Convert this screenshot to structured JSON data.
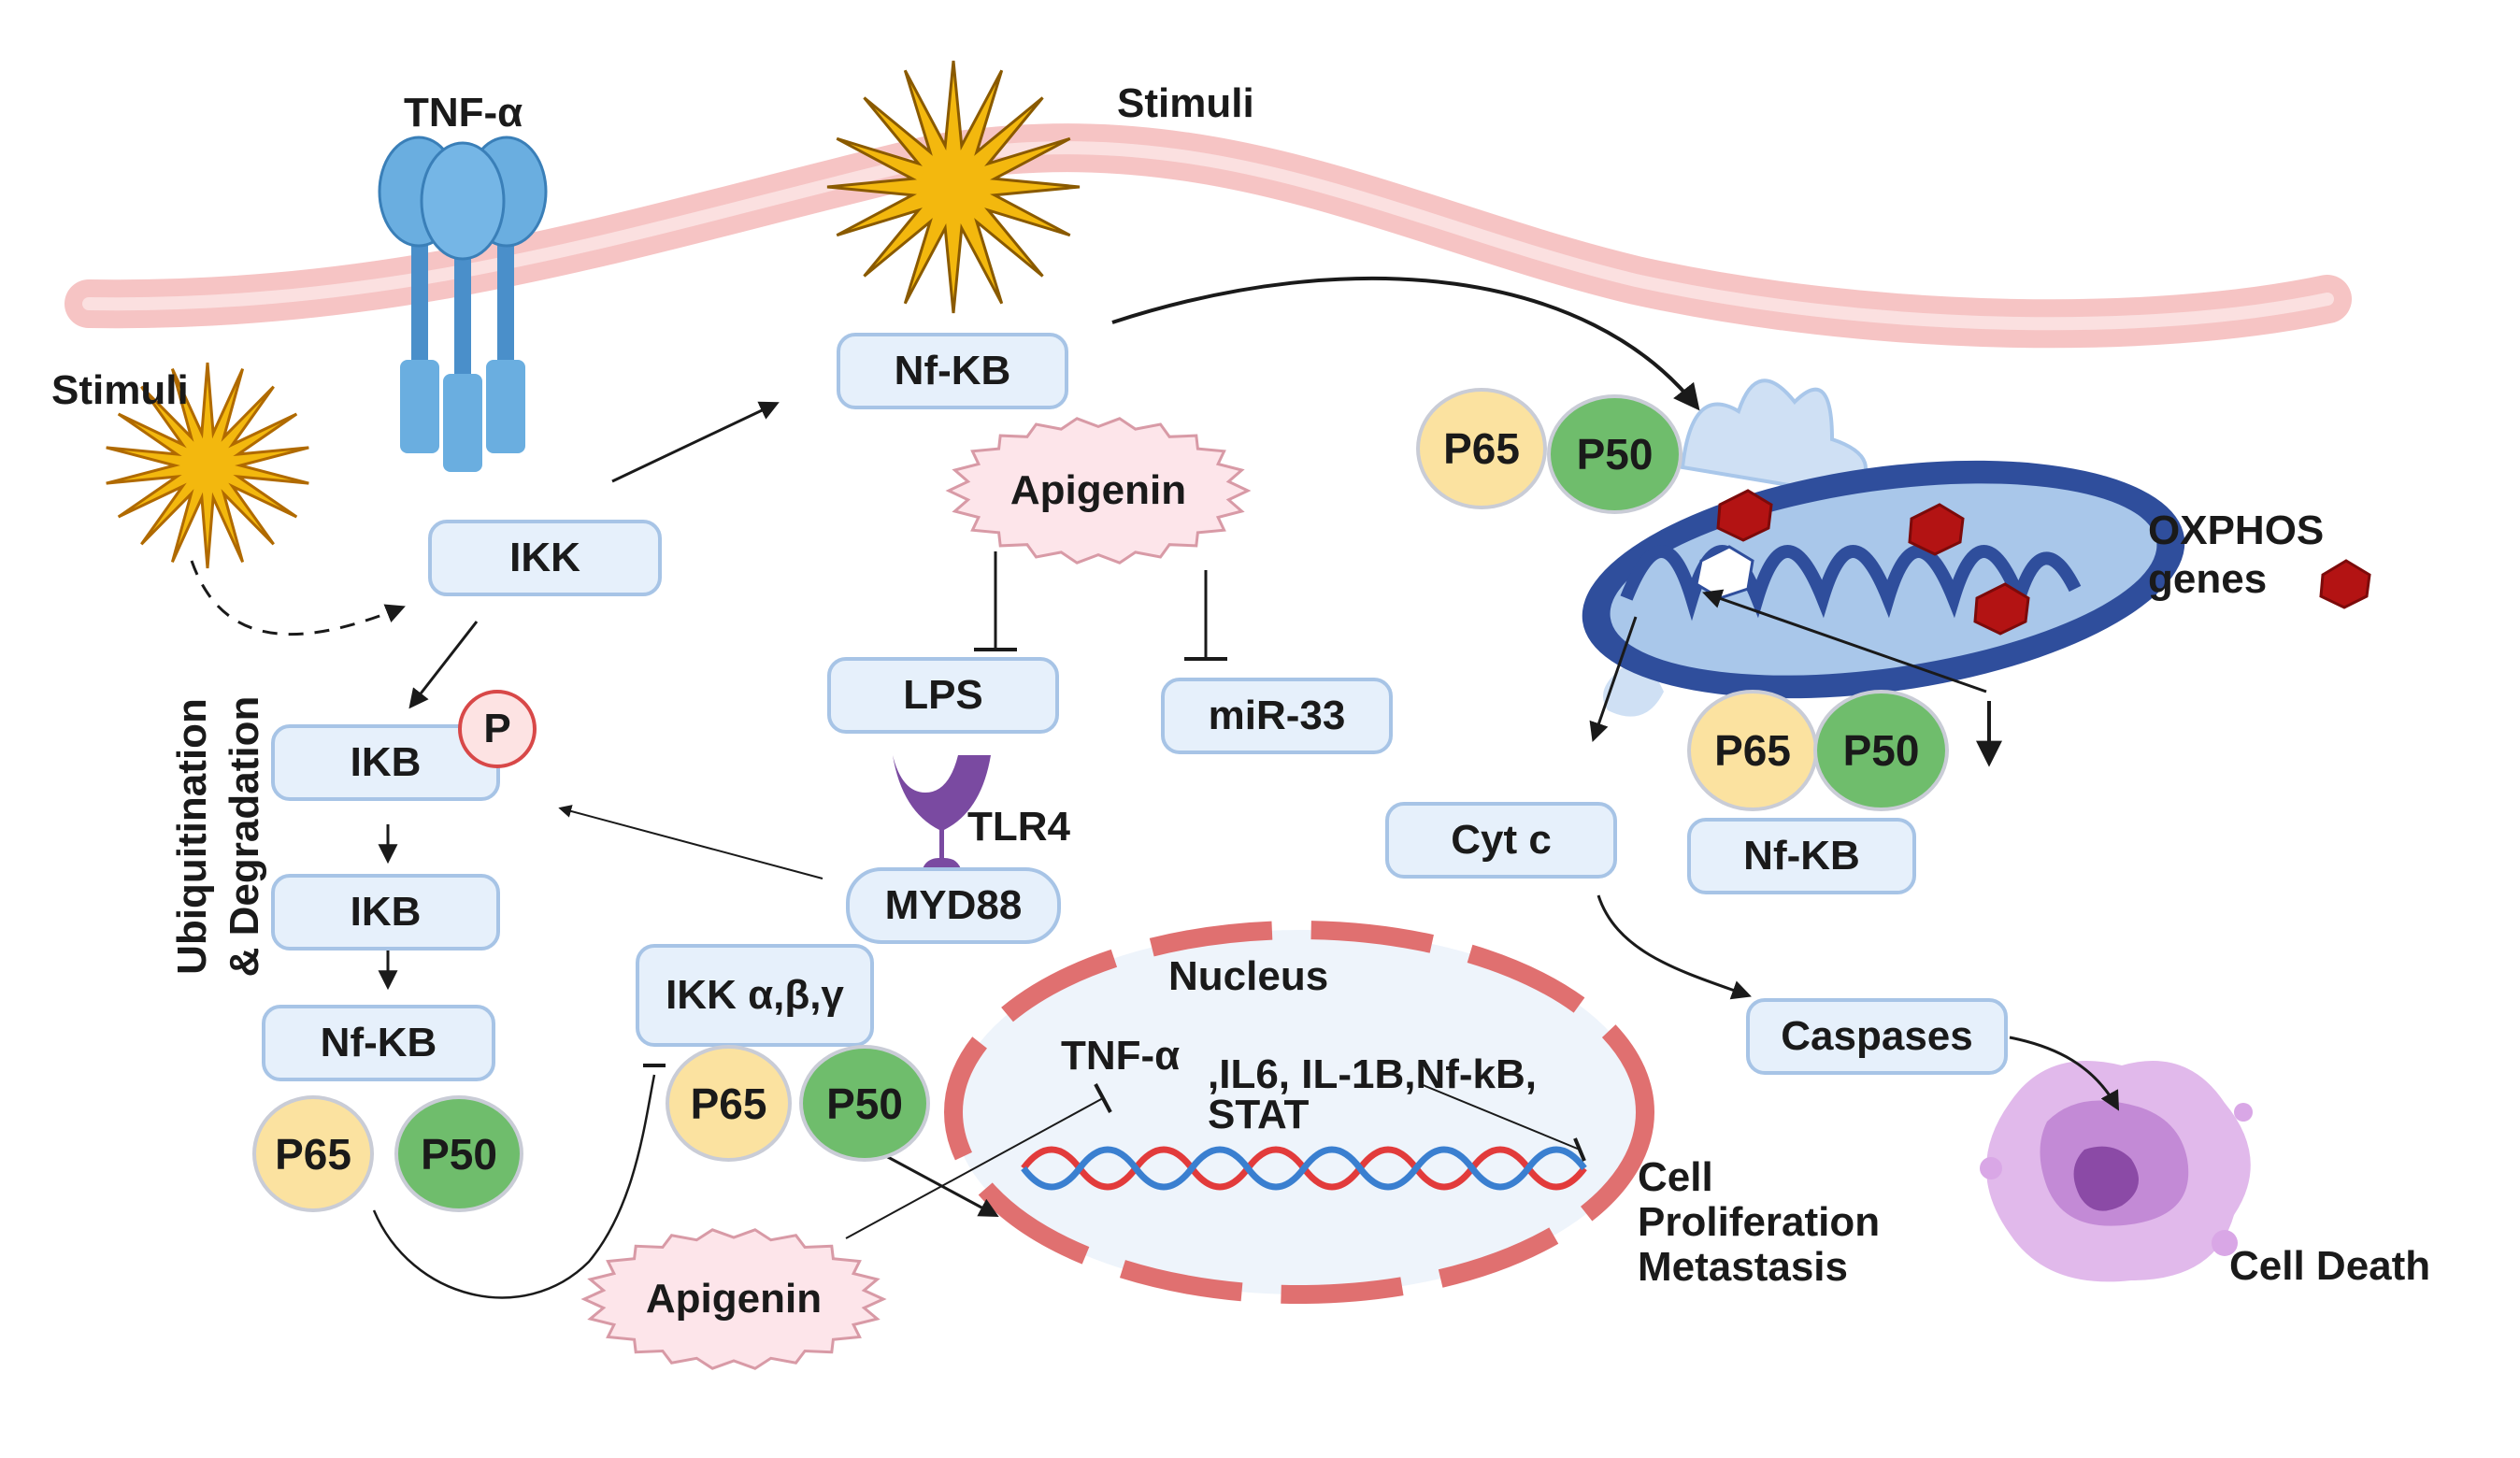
{
  "labels": {
    "tnf_receptor": "TNF-α",
    "stimuli_top": "Stimuli",
    "stimuli_left": "Stimuli",
    "ikk": "IKK",
    "nfkb_top": "Nf-KB",
    "apigenin_top": "Apigenin",
    "lps": "LPS",
    "mir33": "miR-33",
    "tlr4": "TLR4",
    "myd88": "MYD88",
    "ikb_p": "IKB",
    "p_badge": "P",
    "ikb": "IKB",
    "nfkb_left": "Nf-KB",
    "ubiquitination_line1": "Ubiquitination",
    "ubiquitination_line2": "& Degradation",
    "ikk_abg": "IKK α,β,γ",
    "nucleus": "Nucleus",
    "nucleus_genes_line1_a": "TNF-α",
    "nucleus_genes_line1_b": ",IL6, IL-1B,Nf-kB,",
    "nucleus_genes_line2": "STAT",
    "apigenin_bottom": "Apigenin",
    "cell_proliferation_1": "Cell",
    "cell_proliferation_2": "Proliferation",
    "cell_proliferation_3": "Metastasis",
    "oxphos_1": "OXPHOS",
    "oxphos_2": "genes",
    "cyt_c": "Cyt c",
    "nfkb_right": "Nf-KB",
    "caspases": "Caspases",
    "cell_death": "Cell Death"
  },
  "dimers": [
    {
      "p65": "P65",
      "p50": "P50"
    },
    {
      "p65": "P65",
      "p50": "P50"
    },
    {
      "p65": "P65",
      "p50": "P50"
    },
    {
      "p65": "P65",
      "p50": "P50"
    }
  ],
  "colors": {
    "box_fill": "#e6f0fb",
    "box_border": "#a7c4e6",
    "p65": "#fbe2a0",
    "p50": "#6fbd6c",
    "membrane": "#f6c4c4",
    "nucleus_border": "#e07070",
    "mito_dark": "#2f4e9c",
    "mito_light": "#a9c7ea",
    "oxphos_gene": "#b31313",
    "stimuli": "#f3b80e",
    "tlr4": "#7a4aa1",
    "cell_death": "#b073c7"
  },
  "icons": [
    "tnf-receptor-icon",
    "stimuli-starburst-icon",
    "tlr4-receptor-icon",
    "mitochondrion-icon",
    "dna-helix-icon",
    "dying-cell-icon",
    "oxphos-gene-icon"
  ]
}
